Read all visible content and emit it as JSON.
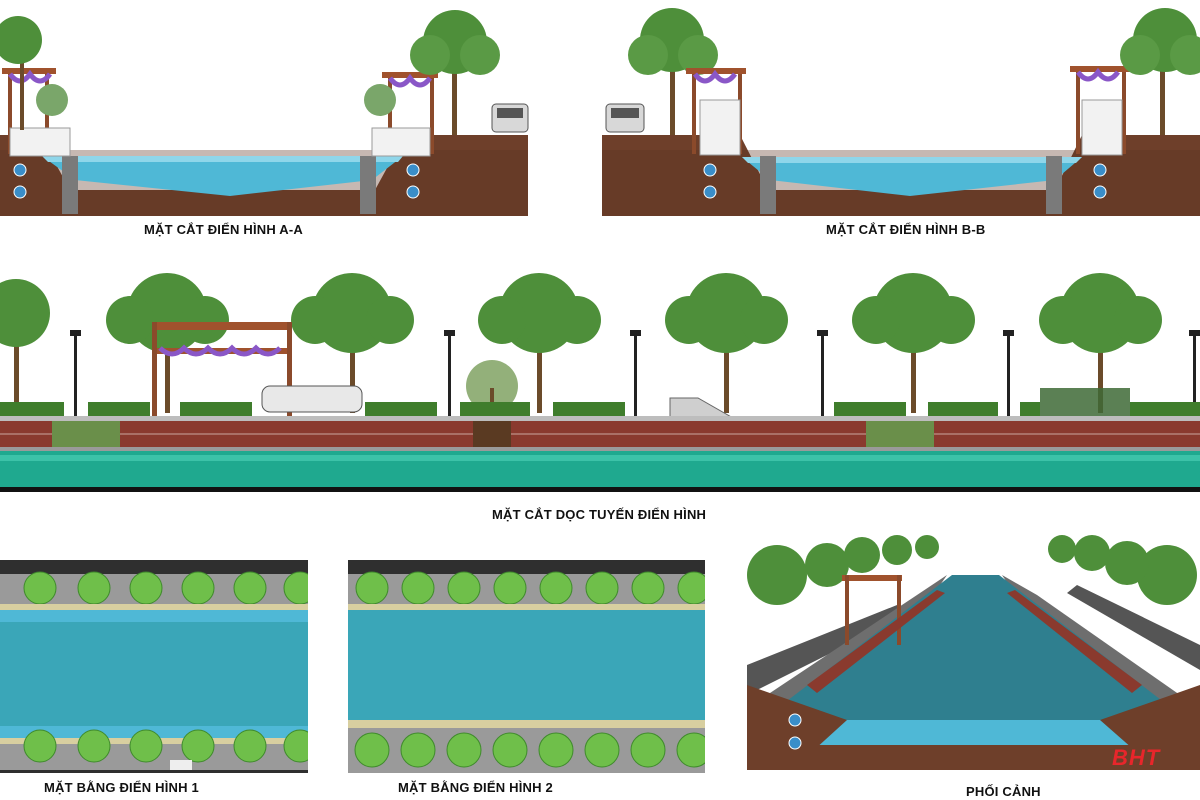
{
  "captions": {
    "section_aa": "MẶT CẮT ĐIỂN HÌNH A-A",
    "section_bb": "MẶT CẮT ĐIỂN HÌNH B-B",
    "longitudinal": "MẶT CẮT DỌC TUYẾN ĐIỂN HÌNH",
    "plan_1": "MẶT BẰNG ĐIỂN HÌNH 1",
    "plan_2": "MẶT BẰNG ĐIỂN HÌNH 2",
    "perspective": "PHỐI CẢNH"
  },
  "watermark": "BHT",
  "colors": {
    "water": "#4fb8d6",
    "water_dark": "#2f7f8f",
    "soil": "#6e3f2a",
    "tree": "#4e8f3a",
    "hedge": "#3f7d2c",
    "brick": "#8a3a2e",
    "pergola": "#a0522d",
    "watermark": "#e8262b"
  }
}
